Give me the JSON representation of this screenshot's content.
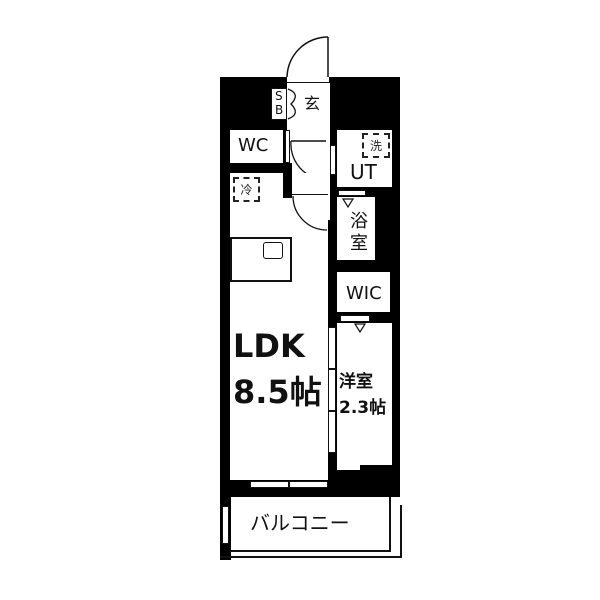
{
  "floorplan": {
    "rooms": {
      "entrance": {
        "label": "玄"
      },
      "shoe_box": {
        "label_top": "S",
        "label_bottom": "B"
      },
      "wc": {
        "label": "WC"
      },
      "utility": {
        "label": "UT"
      },
      "washer": {
        "label": "洗"
      },
      "fridge": {
        "label": "冷"
      },
      "bathroom": {
        "label_top": "浴",
        "label_bottom": "室"
      },
      "wic": {
        "label": "WIC"
      },
      "ldk": {
        "label": "LDK",
        "size": "8.5帖"
      },
      "western_room": {
        "label": "洋室",
        "size": "2.3帖"
      },
      "balcony": {
        "label": "バルコニー"
      }
    },
    "colors": {
      "wall": "#000000",
      "floor": "#ffffff",
      "line": "#111111"
    }
  }
}
